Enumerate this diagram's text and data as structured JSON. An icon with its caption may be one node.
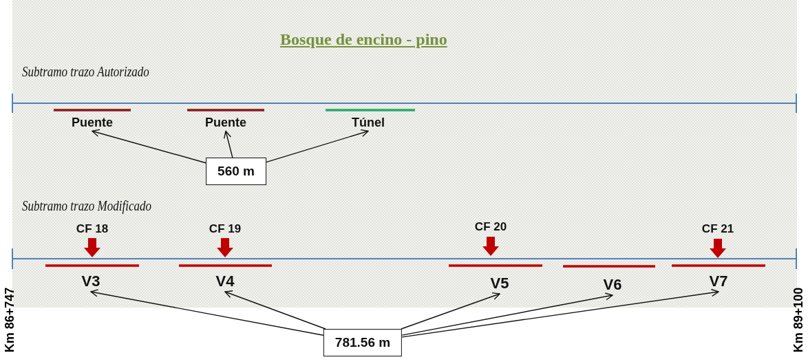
{
  "diagram": {
    "title": "Bosque de encino - pino",
    "nodes": [
      {
        "text": [
          "560 m"
        ]
      },
      {
        "text": [
          "Puente"
        ]
      },
      {
        "text": [
          "Puente"
        ]
      },
      {
        "text": [
          "Túnel"
        ]
      },
      {
        "text": [
          "781.56 m"
        ]
      },
      {
        "text": [
          "V3"
        ]
      },
      {
        "text": [
          "V4"
        ]
      },
      {
        "text": [
          "V5"
        ]
      },
      {
        "text": [
          "V6"
        ]
      },
      {
        "text": [
          "V7"
        ]
      }
    ],
    "edges": [
      {
        "from": 0,
        "to": 1,
        "arrow": "to"
      },
      {
        "from": 0,
        "to": 2,
        "arrow": "to"
      },
      {
        "from": 0,
        "to": 3,
        "arrow": "to"
      },
      {
        "from": 4,
        "to": 5,
        "arrow": "to"
      },
      {
        "from": 4,
        "to": 6,
        "arrow": "to"
      },
      {
        "from": 4,
        "to": 7,
        "arrow": "to"
      },
      {
        "from": 4,
        "to": 8,
        "arrow": "to"
      },
      {
        "from": 4,
        "to": 9,
        "arrow": "to"
      }
    ],
    "labels": [
      "Subtramo trazo Autorizado",
      "Subtramo trazo Modificado",
      "CF 18",
      "CF 19",
      "CF 20",
      "CF 21",
      "Km 86+747",
      "Km 89+100"
    ]
  }
}
